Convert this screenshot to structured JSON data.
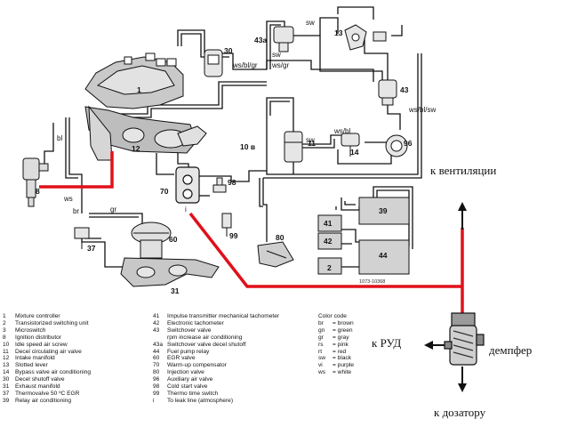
{
  "labels": {
    "n1": "1",
    "n2": "2",
    "n8": "8",
    "n10": "10",
    "n11": "11",
    "n12": "12",
    "n13": "13",
    "n14": "14",
    "n30": "30",
    "n31": "31",
    "n37": "37",
    "n39": "39",
    "n41": "41",
    "n42": "42",
    "n43": "43",
    "n43a": "43a",
    "n44": "44",
    "n60": "60",
    "n70": "70",
    "n80": "80",
    "n96": "96",
    "n98": "98",
    "n99": "99",
    "n10b": "10 в"
  },
  "wire_marks": {
    "wsblgr": "ws/bl/gr",
    "sw": "sw",
    "wsgr": "ws/gr",
    "sw2": "sw",
    "wsblsw": "ws/bl/sw",
    "sw3": "sw",
    "wsbl": "ws/bl",
    "bl": "bl",
    "br": "br",
    "gr": "gr",
    "ws": "ws",
    "i": "i"
  },
  "russian": {
    "ventilation": "к вентиляции",
    "rud": "к РУД",
    "damper": "демпфер",
    "dosator": "к дозатору"
  },
  "diagram_code": "1073-10368",
  "legend_left": [
    {
      "k": "1",
      "t": "Mixture controller"
    },
    {
      "k": "2",
      "t": "Transistorized switching unit"
    },
    {
      "k": "3",
      "t": "Microswitch"
    },
    {
      "k": "8",
      "t": "Ignition distributor"
    },
    {
      "k": "10",
      "t": "Idle speed air screw"
    },
    {
      "k": "11",
      "t": "Decel circulating air valve"
    },
    {
      "k": "12",
      "t": "Intake manifold"
    },
    {
      "k": "13",
      "t": "Slotted lever"
    },
    {
      "k": "14",
      "t": "Bypass valve air conditioning"
    },
    {
      "k": "30",
      "t": "Decel shutoff valve"
    },
    {
      "k": "31",
      "t": "Exhaust manifold"
    },
    {
      "k": "37",
      "t": "Thermovalve 50 ºC EGR"
    },
    {
      "k": "39",
      "t": "Relay air conditioning"
    }
  ],
  "legend_mid": [
    {
      "k": "41",
      "t": "Impulse transmitter mechanical tachometer"
    },
    {
      "k": "42",
      "t": "Electronic tachometer"
    },
    {
      "k": "43",
      "t": "Switchover valve"
    },
    {
      "k": "",
      "t": "rpm increase air conditioning"
    },
    {
      "k": "43a",
      "t": "Switchover valve decel shutoff"
    },
    {
      "k": "44",
      "t": "Fuel pump relay"
    },
    {
      "k": "60",
      "t": "EGR valve"
    },
    {
      "k": "70",
      "t": "Warm-up compensator"
    },
    {
      "k": "80",
      "t": "Injection valve"
    },
    {
      "k": "96",
      "t": "Auxiliary air valve"
    },
    {
      "k": "98",
      "t": "Cold start valve"
    },
    {
      "k": "99",
      "t": "Thermo time switch"
    },
    {
      "k": "i",
      "t": "To leak line (atmosphere)"
    }
  ],
  "color_code": {
    "title": "Color code",
    "items": [
      {
        "k": "br",
        "t": "= brown"
      },
      {
        "k": "gn",
        "t": "= green"
      },
      {
        "k": "gr",
        "t": "= gray"
      },
      {
        "k": "rs",
        "t": "= pink"
      },
      {
        "k": "rt",
        "t": "= red"
      },
      {
        "k": "sw",
        "t": "= black"
      },
      {
        "k": "vi",
        "t": "= purple"
      },
      {
        "k": "ws",
        "t": "= white"
      }
    ]
  }
}
